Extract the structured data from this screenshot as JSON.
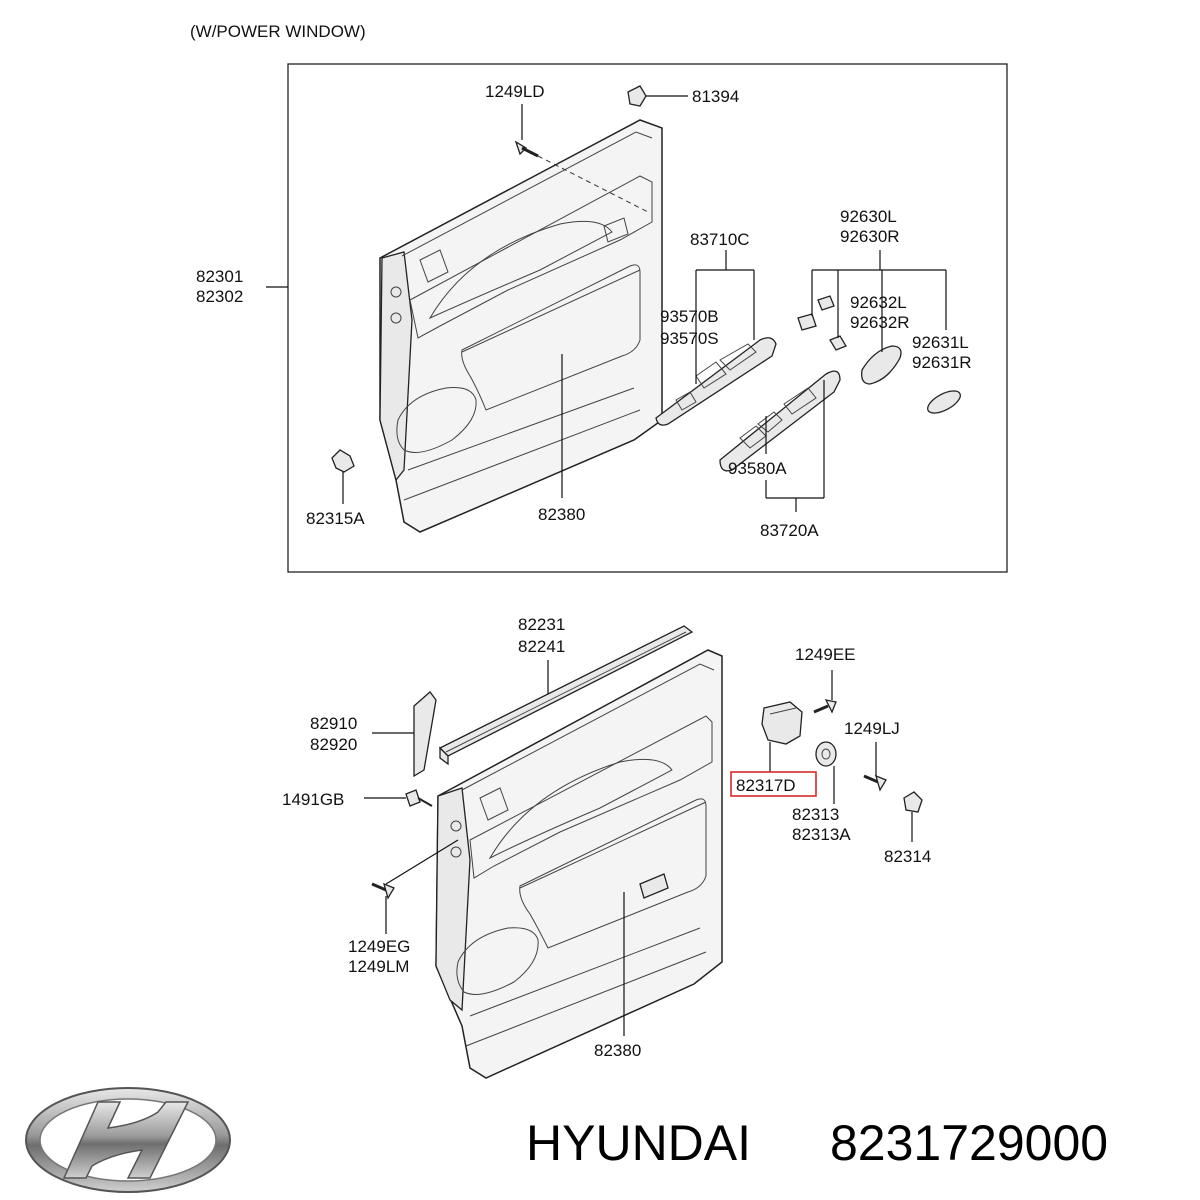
{
  "header": {
    "caption": "(W/POWER WINDOW)"
  },
  "top_panel": {
    "labels": {
      "p1249LD": "1249LD",
      "p81394": "81394",
      "p82301": "82301",
      "p82302": "82302",
      "p83710C": "83710C",
      "p92630L": "92630L",
      "p92630R": "92630R",
      "p93570B": "93570B",
      "p93570S": "93570S",
      "p92632L": "92632L",
      "p92632R": "92632R",
      "p92631L": "92631L",
      "p92631R": "92631R",
      "p93580A": "93580A",
      "p82315A": "82315A",
      "p82380": "82380",
      "p83720A": "83720A"
    }
  },
  "bottom_section": {
    "labels": {
      "p82231": "82231",
      "p82241": "82241",
      "p1249EE": "1249EE",
      "p82910": "82910",
      "p82920": "82920",
      "p1249LJ": "1249LJ",
      "p82317D": "82317D",
      "p1491GB": "1491GB",
      "p82313": "82313",
      "p82313A": "82313A",
      "p82314": "82314",
      "p1249EG": "1249EG",
      "p1249LM": "1249LM",
      "p82380": "82380"
    },
    "highlight_color": "#d62b2b"
  },
  "footer": {
    "brand": "HYUNDAI",
    "part_number": "8231729000",
    "logo": "hyundai-logo"
  }
}
